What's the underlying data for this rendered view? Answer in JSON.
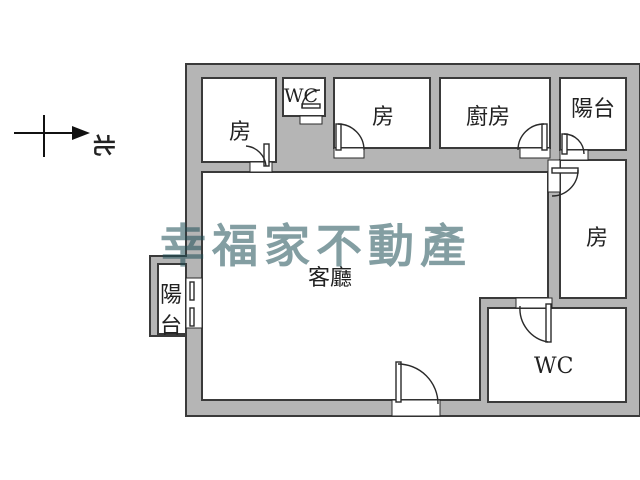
{
  "rooms": {
    "bedroom_nw": "房",
    "wc_small": "WC",
    "bedroom_n": "房",
    "kitchen": "廚房",
    "balcony_ne": "陽台",
    "bedroom_e": "房",
    "living": "客廳",
    "balcony_w_line1": "陽",
    "balcony_w_line2": "台",
    "wc_large": "WC"
  },
  "compass": {
    "label": "北"
  },
  "watermark": {
    "text": "幸福家不動產",
    "color": "#1f4f57"
  },
  "colors": {
    "wall": "#b5b5b5",
    "outline": "#3a3a3a"
  }
}
